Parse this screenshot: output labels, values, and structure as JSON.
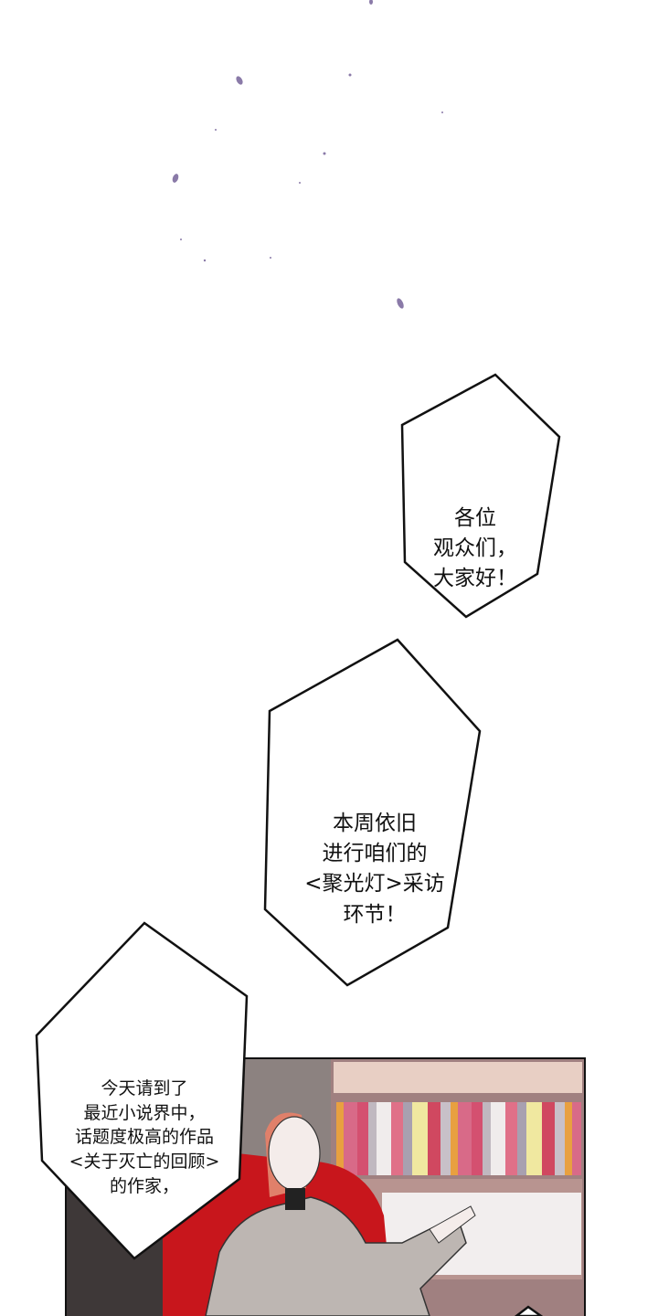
{
  "petal_color": "#8a7aa8",
  "bubbles": [
    {
      "lines": [
        "各位",
        "观众们，",
        "大家好！"
      ]
    },
    {
      "lines": [
        "本周依旧",
        "进行咱们的",
        "<聚光灯>采访",
        "环节！"
      ]
    },
    {
      "lines": [
        "今天请到了",
        "最近小说界中，",
        "话题度极高的作品",
        "<关于灭亡的回顾>",
        "的作家，"
      ]
    }
  ],
  "scene": {
    "chair_color": "#c8161c",
    "coat_color": "#bdb6b2",
    "hair_color": "#e0806a"
  }
}
